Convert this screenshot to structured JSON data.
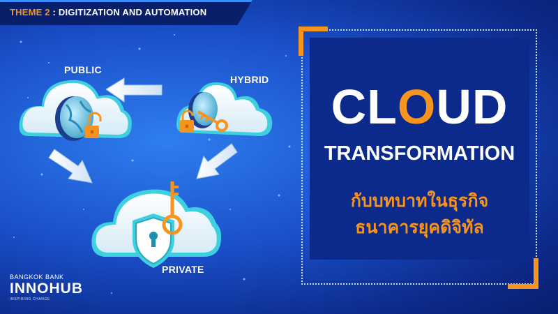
{
  "theme": {
    "label": "THEME 2",
    "title": "DIGITIZATION AND AUTOMATION"
  },
  "diagram": {
    "public_label": "PUBLIC",
    "hybrid_label": "HYBRID",
    "private_label": "PRIVATE"
  },
  "headline": {
    "cloud_prefix": "CL",
    "cloud_highlight": "O",
    "cloud_suffix": "UD",
    "subtitle": "TRANSFORMATION",
    "thai_line1": "กับบทบาทในธุรกิจ",
    "thai_line2": "ธนาคารยุคดิจิทัล"
  },
  "logo": {
    "bank": "BANGKOK BANK",
    "name": "INNOHUB",
    "tagline": "INSPIRING CHANGE"
  },
  "colors": {
    "accent": "#f7941d",
    "panel": "#0b2a8c",
    "cloud": "#e9f4fb",
    "cloud_edge": "#3fd0e0"
  }
}
